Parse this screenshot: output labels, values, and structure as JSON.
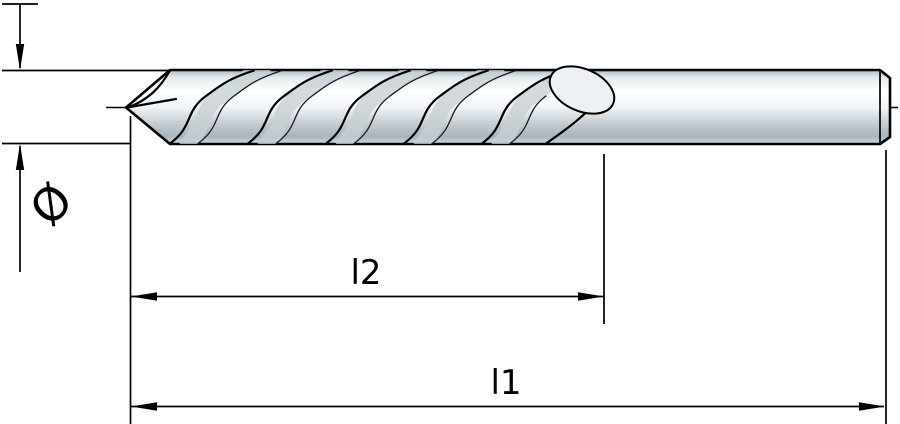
{
  "drawing": {
    "labels": {
      "diameter_symbol": "Ø",
      "flute_length": "l2",
      "overall_length": "l1"
    },
    "colors": {
      "line": "#000000",
      "background": "#ffffff",
      "metal_highlight": "#ffffff",
      "metal_shadow": "#b7c0c6"
    }
  }
}
